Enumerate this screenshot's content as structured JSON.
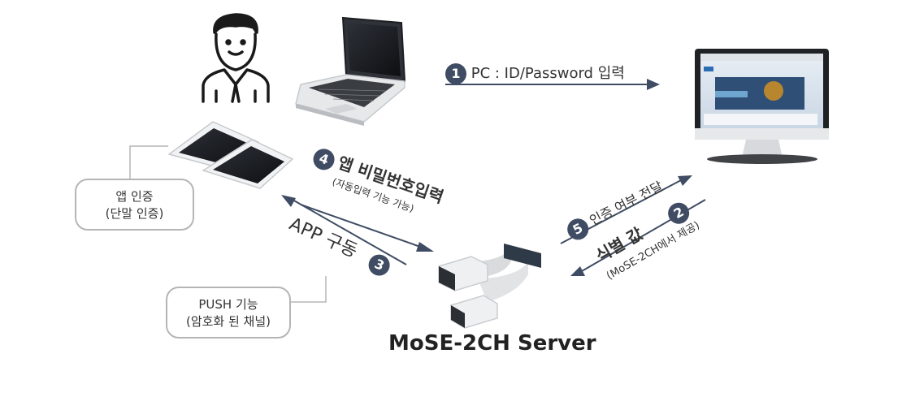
{
  "steps": [
    {
      "num": "1",
      "label": "PC : ID/Password 입력"
    },
    {
      "num": "2",
      "label": "식별 값",
      "sub": "(MoSE-2CH에서 제공)"
    },
    {
      "num": "3",
      "label": "APP 구동"
    },
    {
      "num": "4",
      "label": "앱 비밀번호입력",
      "sub": "(자동입력 기능 가능)"
    },
    {
      "num": "5",
      "label": "인증 여부 전달"
    }
  ],
  "boxes": {
    "app_auth": {
      "line1": "앱 인증",
      "line2": "(단말 인증)"
    },
    "push": {
      "line1": "PUSH 기능",
      "line2": "(암호화 된 채널)"
    }
  },
  "server_label": "MoSE-2CH Server",
  "colors": {
    "accent": "#3f4c63",
    "box_border": "#b5b5b5",
    "text": "#333333"
  },
  "icons": [
    "user-icon",
    "laptop-icon",
    "smartphone-icon",
    "monitor-icon",
    "usb-token-icon"
  ]
}
